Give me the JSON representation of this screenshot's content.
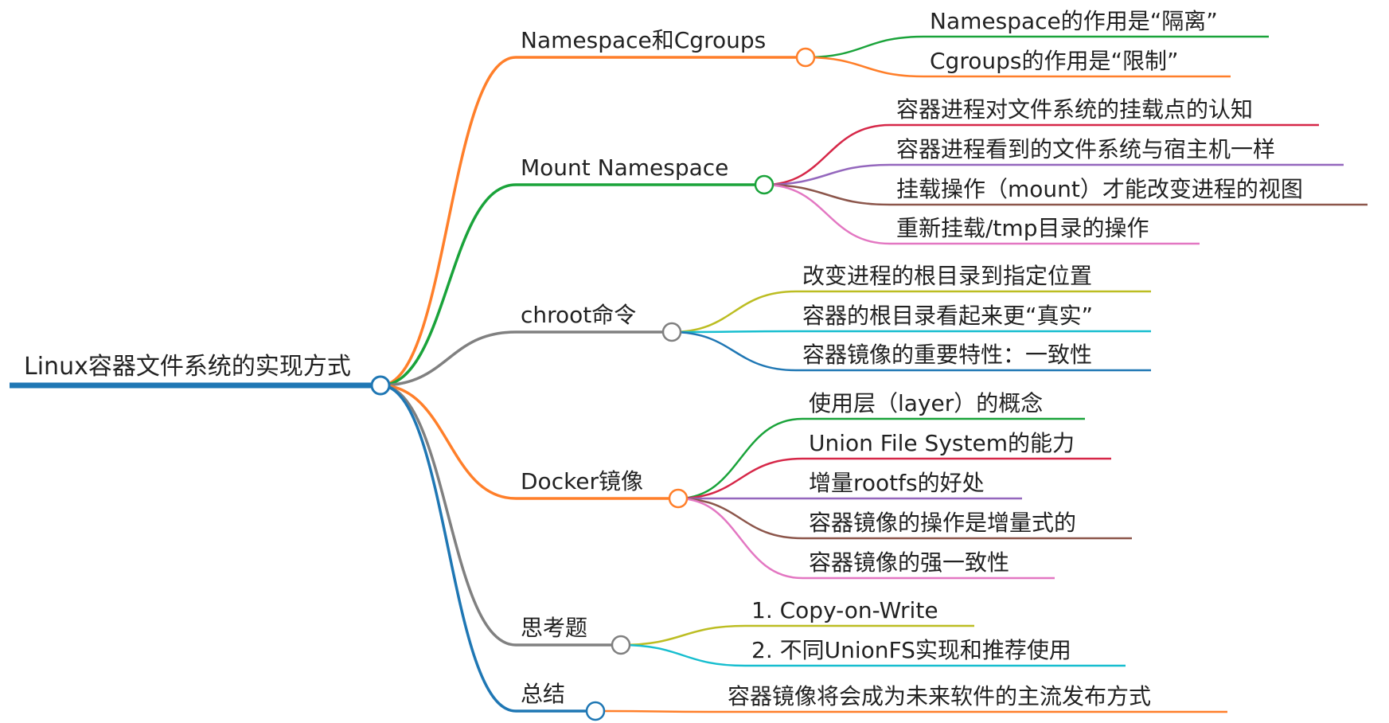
{
  "root": {
    "label": "Linux容器文件系统的实现方式",
    "color": "#1f77b4"
  },
  "branches": [
    {
      "label": "Namespace和Cgroups",
      "color": "#ff7f2a",
      "children": [
        {
          "label": "Namespace的作用是“隔离”",
          "color": "#1aa33a"
        },
        {
          "label": "Cgroups的作用是“限制”",
          "color": "#ff7f2a"
        }
      ]
    },
    {
      "label": "Mount Namespace",
      "color": "#1aa33a",
      "children": [
        {
          "label": "容器进程对文件系统的挂载点的认知",
          "color": "#d62748"
        },
        {
          "label": "容器进程看到的文件系统与宿主机一样",
          "color": "#9467bd"
        },
        {
          "label": "挂载操作（mount）才能改变进程的视图",
          "color": "#8c564b"
        },
        {
          "label": "重新挂载/tmp目录的操作",
          "color": "#e377c2"
        }
      ]
    },
    {
      "label": "chroot命令",
      "color": "#808080",
      "children": [
        {
          "label": "改变进程的根目录到指定位置",
          "color": "#bcbd22"
        },
        {
          "label": "容器的根目录看起来更“真实”",
          "color": "#17becf"
        },
        {
          "label": "容器镜像的重要特性：一致性",
          "color": "#1f77b4"
        }
      ]
    },
    {
      "label": "Docker镜像",
      "color": "#ff7f2a",
      "children": [
        {
          "label": "使用层（layer）的概念",
          "color": "#1aa33a"
        },
        {
          "label": "Union File System的能力",
          "color": "#d62748"
        },
        {
          "label": "增量rootfs的好处",
          "color": "#9467bd"
        },
        {
          "label": "容器镜像的操作是增量式的",
          "color": "#8c564b"
        },
        {
          "label": "容器镜像的强一致性",
          "color": "#e377c2"
        }
      ]
    },
    {
      "label": "思考题",
      "color": "#808080",
      "children": [
        {
          "label": "1. Copy-on-Write",
          "color": "#bcbd22"
        },
        {
          "label": "2. 不同UnionFS实现和推荐使用",
          "color": "#17becf"
        }
      ]
    },
    {
      "label": "总结",
      "color": "#1f77b4",
      "children": [
        {
          "label": "容器镜像将会成为未来软件的主流发布方式",
          "color": "#ff7f2a"
        }
      ]
    }
  ]
}
